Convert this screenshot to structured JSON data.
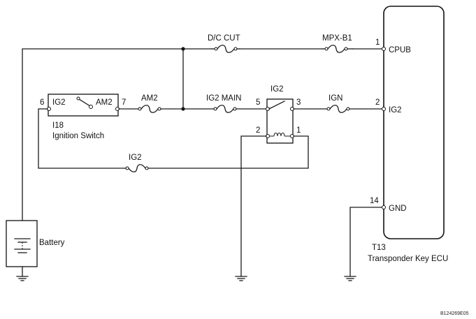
{
  "ecu": {
    "code": "T13",
    "name": "Transponder Key ECU",
    "pins": [
      {
        "num": "1",
        "label": "CPUB"
      },
      {
        "num": "2",
        "label": "IG2"
      },
      {
        "num": "14",
        "label": "GND"
      }
    ]
  },
  "ignition_switch": {
    "code": "I18",
    "name": "Ignition Switch",
    "left_label": "IG2",
    "right_label": "AM2",
    "pin_left": "6",
    "pin_right": "7"
  },
  "fuses": {
    "dc_cut": "D/C CUT",
    "mpx_b1": "MPX-B1",
    "am2": "AM2",
    "ig2_main": "IG2 MAIN",
    "ign": "IGN",
    "ig2": "IG2"
  },
  "relay": {
    "name": "IG2",
    "pins": [
      "5",
      "3",
      "2",
      "1"
    ]
  },
  "battery": {
    "label": "Battery"
  },
  "footer": {
    "code": "B124269E05"
  }
}
